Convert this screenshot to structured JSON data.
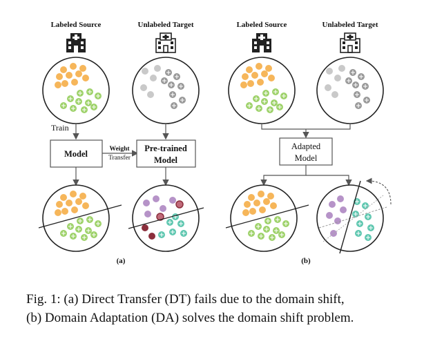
{
  "panel_a": {
    "source_title": "Labeled Source",
    "target_title": "Unlabeled Target",
    "train_label": "Train",
    "model_label": "Model",
    "transfer_label_1": "Weight",
    "transfer_label_2": "Transfer",
    "pretrained_label_1": "Pre-trained",
    "pretrained_label_2": "Model",
    "panel_label": "(a)"
  },
  "panel_b": {
    "source_title": "Labeled Source",
    "target_title": "Unlabeled Target",
    "adapted_label_1": "Adapted",
    "adapted_label_2": "Model",
    "panel_label": "(b)"
  },
  "caption": {
    "line1": "Fig. 1: (a) Direct Transfer (DT) fails due to the domain shift,",
    "line2": "(b) Domain Adaptation (DA) solves the domain shift problem."
  },
  "colors": {
    "orange": "#f6b65a",
    "green": "#9ed26a",
    "gray": "#c9c9c9",
    "purple": "#b693c8",
    "teal": "#5fc7b0",
    "darkred": "#8b2f3c"
  },
  "icons": [
    "hospital-icon"
  ]
}
